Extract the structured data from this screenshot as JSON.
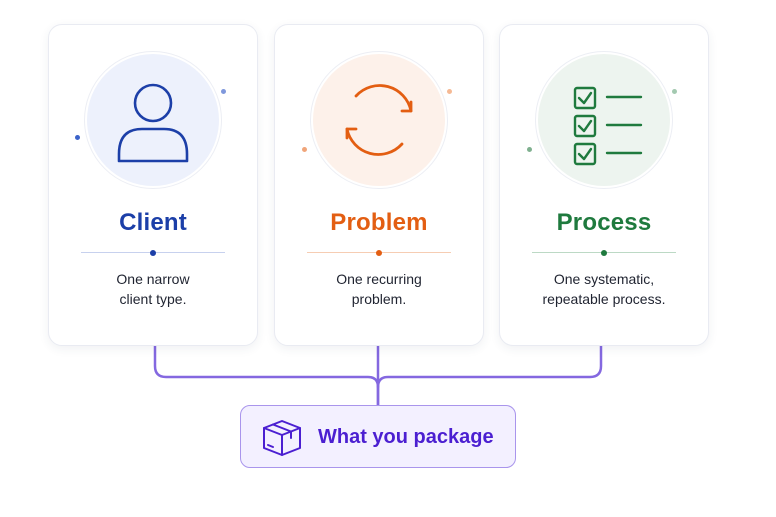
{
  "cards": [
    {
      "key": "client",
      "title": "Client",
      "desc_line1": "One narrow",
      "desc_line2": "client type.",
      "icon": "user-icon",
      "accent_color": "#1c3fa8",
      "circle_bg": "#edf1fc"
    },
    {
      "key": "problem",
      "title": "Problem",
      "desc_line1": "One recurring",
      "desc_line2": "problem.",
      "icon": "refresh-cycle-icon",
      "accent_color": "#e35e12",
      "circle_bg": "#fdf1ea"
    },
    {
      "key": "process",
      "title": "Process",
      "desc_line1": "One systematic,",
      "desc_line2": "repeatable process.",
      "icon": "checklist-icon",
      "accent_color": "#1f7a3e",
      "circle_bg": "#edf4ef"
    }
  ],
  "package": {
    "label": "What you package",
    "icon": "package-box-icon",
    "accent_color": "#4b1fd1",
    "connector_color": "#8468e0"
  }
}
